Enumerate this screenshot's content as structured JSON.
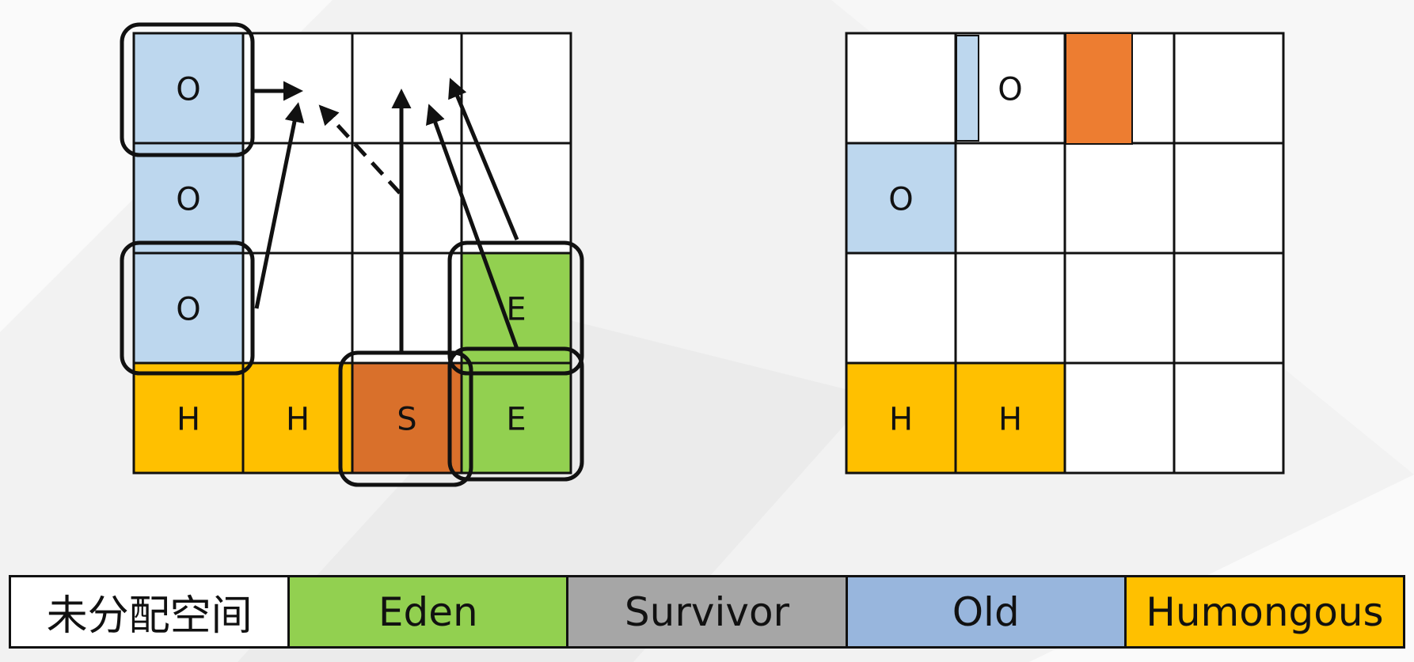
{
  "colors": {
    "background": "#f2f2f2",
    "empty": "#ffffff",
    "old": "#bdd7ee",
    "humongous": "#ffc000",
    "eden": "#92d050",
    "survivor": "#d9702b",
    "survivor_new": "#ed7d31",
    "grid_line": "#111111"
  },
  "left_heap": {
    "rows": [
      [
        {
          "label": "O",
          "type": "old"
        },
        {
          "label": "",
          "type": "empty"
        },
        {
          "label": "",
          "type": "empty"
        },
        {
          "label": "",
          "type": "empty"
        }
      ],
      [
        {
          "label": "O",
          "type": "old"
        },
        {
          "label": "",
          "type": "empty"
        },
        {
          "label": "",
          "type": "empty"
        },
        {
          "label": "",
          "type": "empty"
        }
      ],
      [
        {
          "label": "O",
          "type": "old"
        },
        {
          "label": "",
          "type": "empty"
        },
        {
          "label": "",
          "type": "empty"
        },
        {
          "label": "E",
          "type": "eden"
        }
      ],
      [
        {
          "label": "H",
          "type": "humongous"
        },
        {
          "label": "H",
          "type": "humongous"
        },
        {
          "label": "S",
          "type": "survivor"
        },
        {
          "label": "E",
          "type": "eden"
        }
      ]
    ]
  },
  "right_heap": {
    "rows": [
      [
        {
          "label": "",
          "type": "empty"
        },
        {
          "label": "O",
          "type": "empty"
        },
        {
          "label": "",
          "type": "empty"
        },
        {
          "label": "",
          "type": "empty"
        }
      ],
      [
        {
          "label": "O",
          "type": "old"
        },
        {
          "label": "",
          "type": "empty"
        },
        {
          "label": "",
          "type": "empty"
        },
        {
          "label": "",
          "type": "empty"
        }
      ],
      [
        {
          "label": "",
          "type": "empty"
        },
        {
          "label": "",
          "type": "empty"
        },
        {
          "label": "",
          "type": "empty"
        },
        {
          "label": "",
          "type": "empty"
        }
      ],
      [
        {
          "label": "H",
          "type": "humongous"
        },
        {
          "label": "H",
          "type": "humongous"
        },
        {
          "label": "",
          "type": "empty"
        },
        {
          "label": "",
          "type": "empty"
        }
      ]
    ]
  },
  "legend": [
    {
      "label": "未分配空间",
      "color": "#ffffff"
    },
    {
      "label": "Eden",
      "color": "#92d050"
    },
    {
      "label": "Survivor",
      "color": "#a6a6a6"
    },
    {
      "label": "Old",
      "color": "#98b6dd"
    },
    {
      "label": "Humongous",
      "color": "#ffc000"
    }
  ]
}
